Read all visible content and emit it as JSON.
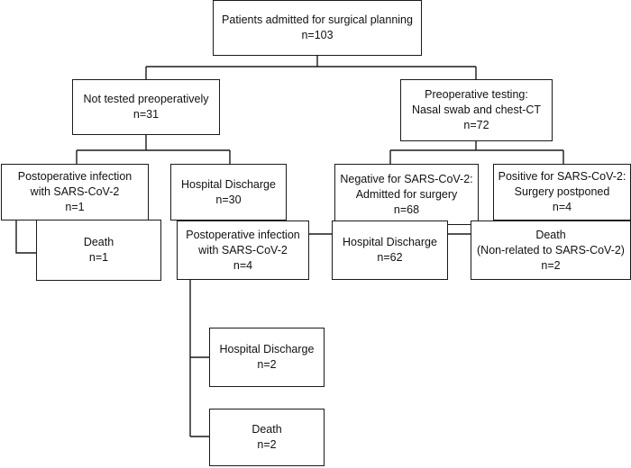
{
  "diagram": {
    "nodes": {
      "admitted": {
        "line1": "Patients admitted for surgical planning",
        "count": "n=103"
      },
      "not_tested": {
        "line1": "Not tested preoperatively",
        "count": "n=31"
      },
      "tested": {
        "line1": "Preoperative testing:",
        "line2": "Nasal swab and chest-CT",
        "count": "n=72"
      },
      "nt_postop_infection": {
        "line1": "Postoperative infection",
        "line2": "with SARS-CoV-2",
        "count": "n=1"
      },
      "nt_discharge": {
        "line1": "Hospital Discharge",
        "count": "n=30"
      },
      "negative": {
        "line1": "Negative for SARS-CoV-2:",
        "line2": "Admitted for surgery",
        "count": "n=68"
      },
      "positive": {
        "line1": "Positive for SARS-CoV-2:",
        "line2": "Surgery postponed",
        "count": "n=4"
      },
      "nt_death": {
        "line1": "Death",
        "count": "n=1"
      },
      "neg_postop_infection": {
        "line1": "Postoperative infection",
        "line2": "with SARS-CoV-2",
        "count": "n=4"
      },
      "neg_discharge": {
        "line1": "Hospital Discharge",
        "count": "n=62"
      },
      "neg_death": {
        "line1": "Death",
        "line2": "(Non-related to SARS-CoV-2)",
        "count": "n=2"
      },
      "inf_discharge": {
        "line1": "Hospital Discharge",
        "count": "n=2"
      },
      "inf_death": {
        "line1": "Death",
        "count": "n=2"
      }
    }
  }
}
